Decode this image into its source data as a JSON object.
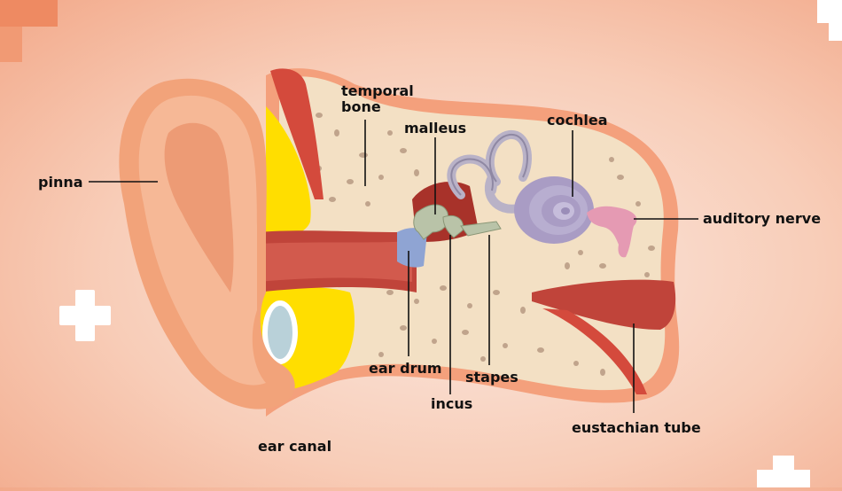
{
  "labels": {
    "pinna": "pinna",
    "temporal_bone": "temporal bone",
    "malleus": "malleus",
    "cochlea": "cochlea",
    "auditory_nerve": "auditory nerve",
    "ear_drum": "ear drum",
    "incus": "incus",
    "stapes": "stapes",
    "eustachian_tube": "eustachian tube",
    "ear_canal": "ear canal"
  },
  "colors": {
    "background": "#f8cdb8",
    "bone": "#f3e0c4",
    "bone_spots": "#b0917a",
    "canal": "#c0443a",
    "fat": "#ffde00",
    "muscle": "#d44a3c",
    "skin": "#f2a37a",
    "cochlea": "#a99cc4",
    "nerve": "#e59ab3",
    "ossicles": "#b9c3a8"
  }
}
